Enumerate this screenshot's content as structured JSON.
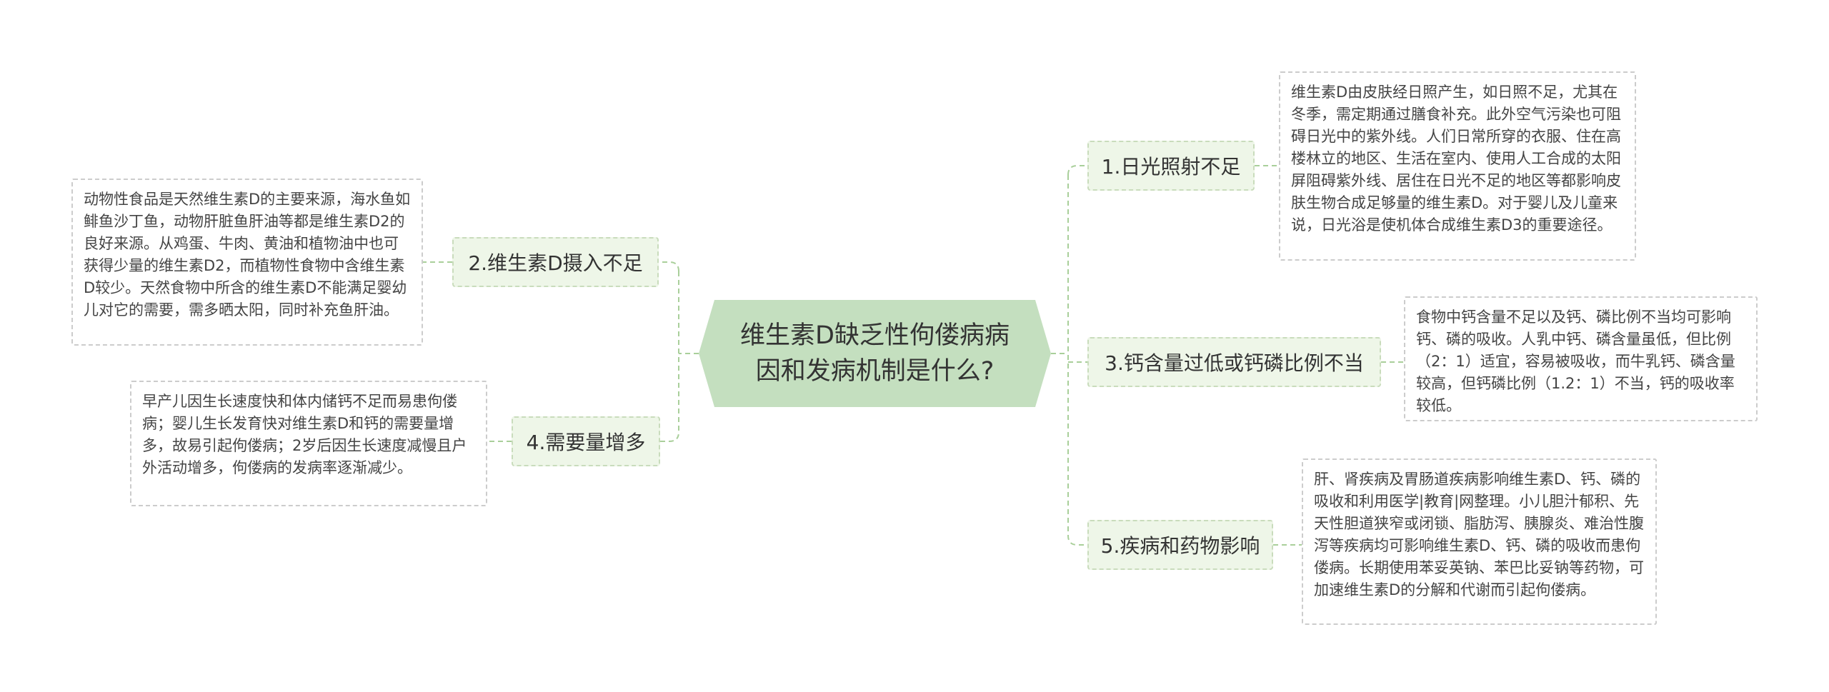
{
  "root": {
    "title_line1": "维生素D缺乏性佝偻病病",
    "title_line2": "因和发病机制是什么?"
  },
  "branches": [
    {
      "label": "1.日光照射不足",
      "text": "维生素D由皮肤经日照产生，如日照不足，尤其在冬季，需定期通过膳食补充。此外空气污染也可阻碍日光中的紫外线。人们日常所穿的衣服、住在高楼林立的地区、生活在室内、使用人工合成的太阳屏阻碍紫外线、居住在日光不足的地区等都影响皮肤生物合成足够量的维生素D。对于婴儿及儿童来说，日光浴是使机体合成维生素D3的重要途径。"
    },
    {
      "label": "2.维生素D摄入不足",
      "text": "动物性食品是天然维生素D的主要来源，海水鱼如鲱鱼沙丁鱼，动物肝脏鱼肝油等都是维生素D2的良好来源。从鸡蛋、牛肉、黄油和植物油中也可获得少量的维生素D2，而植物性食物中含维生素D较少。天然食物中所含的维生素D不能满足婴幼儿对它的需要，需多晒太阳，同时补充鱼肝油。"
    },
    {
      "label": "3.钙含量过低或钙磷比例不当",
      "text": "食物中钙含量不足以及钙、磷比例不当均可影响钙、磷的吸收。人乳中钙、磷含量虽低，但比例（2：1）适宜，容易被吸收，而牛乳钙、磷含量较高，但钙磷比例（1.2：1）不当，钙的吸收率较低。"
    },
    {
      "label": "4.需要量增多",
      "text": "早产儿因生长速度快和体内储钙不足而易患佝偻病；婴儿生长发育快对维生素D和钙的需要量增多，故易引起佝偻病；2岁后因生长速度减慢且户外活动增多，佝偻病的发病率逐渐减少。"
    },
    {
      "label": "5.疾病和药物影响",
      "text": "肝、肾疾病及胃肠道疾病影响维生素D、钙、磷的吸收和利用医学|教育|网整理。小儿胆汁郁积、先天性胆道狭窄或闭锁、脂肪泻、胰腺炎、难治性腹泻等疾病均可影响维生素D、钙、磷的吸收而患佝偻病。长期使用苯妥英钠、苯巴比妥钠等药物，可加速维生素D的分解和代谢而引起佝偻病。"
    }
  ],
  "colors": {
    "root_fill": "#c4dfbf",
    "branch_fill": "#eef6e8",
    "connector": "#a9cf9a"
  }
}
